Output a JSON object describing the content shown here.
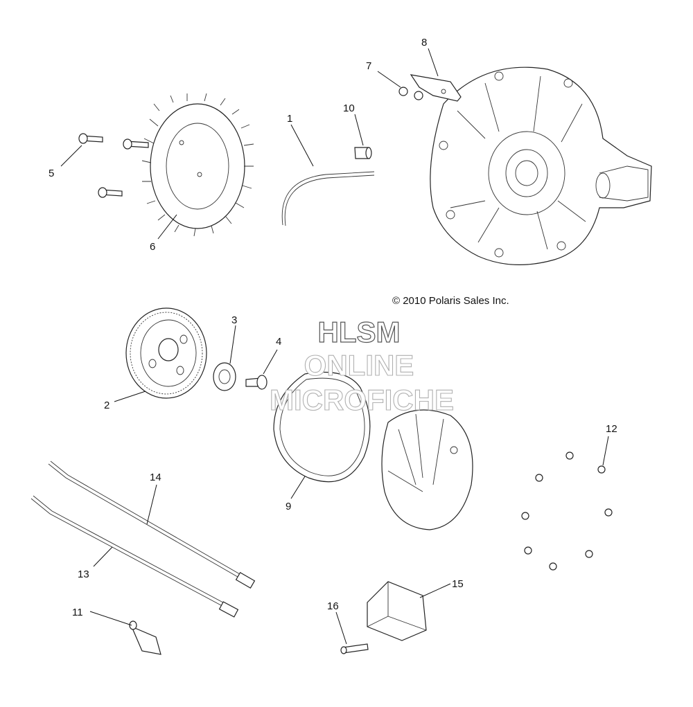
{
  "copyright": "© 2010 Polaris Sales Inc.",
  "watermark": {
    "line1": "HLSM",
    "line2": "ONLINE",
    "line3": "MICROFICHE"
  },
  "callouts": {
    "c1": "1",
    "c2": "2",
    "c3": "3",
    "c4": "4",
    "c5": "5",
    "c6": "6",
    "c7": "7",
    "c8": "8",
    "c9": "9",
    "c10": "10",
    "c11": "11",
    "c12": "12",
    "c13": "13",
    "c14": "14",
    "c15": "15",
    "c16": "16"
  }
}
